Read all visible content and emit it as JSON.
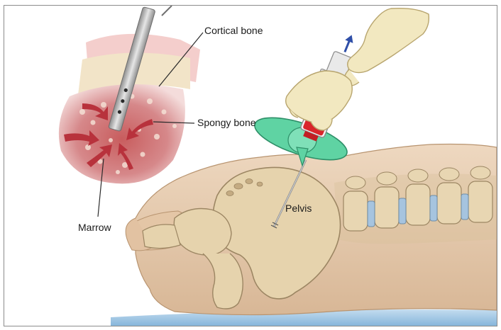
{
  "labels": {
    "cortical_bone": "Cortical bone",
    "spongy_bone": "Spongy bone",
    "marrow": "Marrow",
    "pelvis": "Pelvis"
  },
  "colors": {
    "skin": "#e9cfb3",
    "skin_shadow": "#cfae8c",
    "bone": "#e6d3ad",
    "bone_outline": "#9c8663",
    "marrow_red": "#b8424a",
    "cortical_pink": "#f3c9c6",
    "glove": "#f2e8c0",
    "syringe_red": "#d9252b",
    "handle_green": "#5fd3a3",
    "needle": "#b9b9b9",
    "table_blue": "#9cc6e6"
  }
}
